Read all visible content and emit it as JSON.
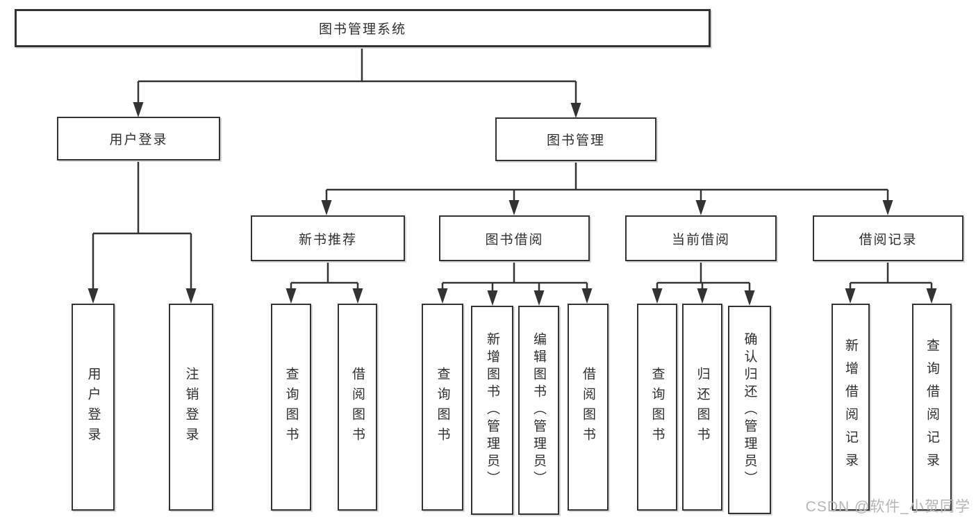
{
  "diagram": {
    "root": "图书管理系统",
    "level2": [
      "用户登录",
      "图书管理"
    ],
    "level3": [
      "新书推荐",
      "图书借阅",
      "当前借阅",
      "借阅记录"
    ],
    "leaves_user_login": [
      "用户登录",
      "注销登录"
    ],
    "leaves_new_book": [
      "查询图书",
      "借阅图书"
    ],
    "leaves_book_borrow": [
      "查询图书",
      "新增图书（管理员）",
      "编辑图书（管理员）",
      "借阅图书"
    ],
    "leaves_current_borrow": [
      "查询图书",
      "归还图书",
      "确认归还（管理员）"
    ],
    "leaves_borrow_record": [
      "新增借阅记录",
      "查询借阅记录"
    ]
  },
  "watermark": {
    "text": "CSDN @软件_小贺同学",
    "color": "#b5b5b5"
  },
  "colors": {
    "line": "#333333",
    "box_border": "#333333",
    "text": "#2f2f2f",
    "background": "#ffffff"
  }
}
